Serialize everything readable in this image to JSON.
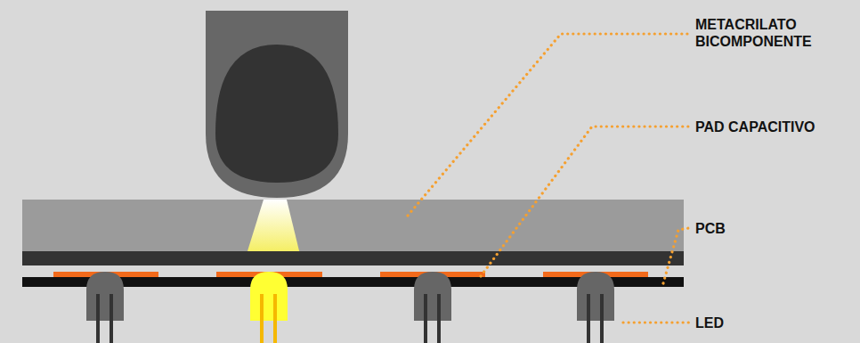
{
  "diagram": {
    "labels": [
      "METACRILATO BICOMPONENTE",
      "PAD CAPACITIVO",
      "PCB",
      "LED"
    ]
  }
}
